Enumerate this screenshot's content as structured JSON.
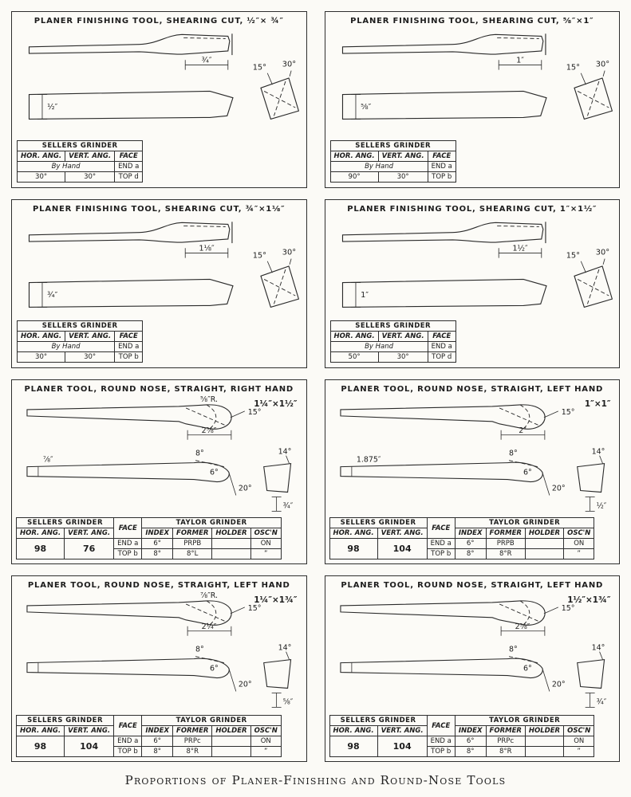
{
  "page": {
    "caption": "Proportions of Planer-Finishing and Round-Nose Tools"
  },
  "common": {
    "sellers_grinder": "SELLERS GRINDER",
    "taylor_grinder": "TAYLOR GRINDER",
    "hor_ang": "HOR. ANG.",
    "vert_ang": "VERT. ANG.",
    "face": "FACE",
    "index": "INDEX",
    "former": "FORMER",
    "holder": "HOLDER",
    "oscn": "OSC'N",
    "by_hand": "By Hand"
  },
  "shearing_panels": [
    {
      "title": "PLANER FINISHING TOOL, SHEARING CUT, ½″× ¾″",
      "labels": {
        "width_dim": "¾″",
        "thickness_dim": "½″",
        "angle_a": "15°",
        "angle_b": "30°"
      },
      "table": {
        "end_face": "END a",
        "top_face": "TOP d",
        "hor": "30°",
        "vert": "30°"
      }
    },
    {
      "title": "PLANER FINISHING TOOL, SHEARING CUT, ⅝″×1″",
      "labels": {
        "width_dim": "1″",
        "thickness_dim": "⅝″",
        "angle_a": "15°",
        "angle_b": "30°"
      },
      "table": {
        "end_face": "END a",
        "top_face": "TOP b",
        "hor": "90°",
        "vert": "30°"
      }
    },
    {
      "title": "PLANER FINISHING TOOL, SHEARING CUT, ¾″×1⅛″",
      "labels": {
        "width_dim": "1⅛″",
        "thickness_dim": "¾″",
        "angle_a": "15°",
        "angle_b": "30°"
      },
      "table": {
        "end_face": "END a",
        "top_face": "TOP b",
        "hor": "30°",
        "vert": "30°"
      }
    },
    {
      "title": "PLANER FINISHING TOOL, SHEARING CUT, 1″×1½″",
      "labels": {
        "width_dim": "1½″",
        "thickness_dim": "1″",
        "angle_a": "15°",
        "angle_b": "30°"
      },
      "table": {
        "end_face": "END a",
        "top_face": "TOP d",
        "hor": "50°",
        "vert": "30°"
      }
    }
  ],
  "round_panels": [
    {
      "title": "PLANER TOOL, ROUND NOSE, STRAIGHT, RIGHT HAND",
      "labels": {
        "size": "1¼″×1½″",
        "radius": "⅝″R.",
        "angle15": "15°",
        "len_dim": "2⅝″",
        "angle8": "8°",
        "angle6": "6°",
        "angle20": "20°",
        "angle14": "14°",
        "left_dim": "⅞″",
        "bottom_dim": "¾″"
      },
      "table": {
        "hor": "98",
        "vert": "76",
        "rows": [
          {
            "face": "END a",
            "index": "6°",
            "former": "PRPB",
            "holder": "",
            "oscn": "ON"
          },
          {
            "face": "TOP b",
            "index": "8°",
            "former": "8°L",
            "holder": "",
            "oscn": "”"
          }
        ]
      }
    },
    {
      "title": "PLANER TOOL, ROUND NOSE, STRAIGHT, LEFT HAND",
      "labels": {
        "size": "1″×1″",
        "angle15": "15°",
        "len_dim": "2″",
        "angle8": "8°",
        "angle6": "6°",
        "angle20": "20°",
        "angle14": "14°",
        "left_dim": "1.875″",
        "bottom_dim": "½″"
      },
      "table": {
        "hor": "98",
        "vert": "104",
        "rows": [
          {
            "face": "END a",
            "index": "6°",
            "former": "PRPB",
            "holder": "",
            "oscn": "ON"
          },
          {
            "face": "TOP b",
            "index": "8°",
            "former": "8°R",
            "holder": "",
            "oscn": "”"
          }
        ]
      }
    },
    {
      "title": "PLANER TOOL, ROUND NOSE, STRAIGHT, LEFT HAND",
      "labels": {
        "size": "1¼″×1¾″",
        "radius": "⅞″R.",
        "angle15": "15°",
        "len_dim": "2¼″",
        "angle8": "8°",
        "angle6": "6°",
        "angle20": "20°",
        "angle14": "14°",
        "bottom_dim": "⅝″"
      },
      "table": {
        "hor": "98",
        "vert": "104",
        "rows": [
          {
            "face": "END a",
            "index": "6°",
            "former": "PRPc",
            "holder": "",
            "oscn": "ON"
          },
          {
            "face": "TOP b",
            "index": "8°",
            "former": "8°R",
            "holder": "",
            "oscn": "”"
          }
        ]
      }
    },
    {
      "title": "PLANER TOOL, ROUND NOSE, STRAIGHT, LEFT HAND",
      "labels": {
        "size": "1½″×1¾″",
        "angle15": "15°",
        "len_dim": "2⅝″",
        "angle8": "8°",
        "angle6": "6°",
        "angle20": "20°",
        "angle14": "14°",
        "bottom_dim": "¾″"
      },
      "table": {
        "hor": "98",
        "vert": "104",
        "rows": [
          {
            "face": "END a",
            "index": "6°",
            "former": "PRPc",
            "holder": "",
            "oscn": "ON"
          },
          {
            "face": "TOP b",
            "index": "8°",
            "former": "8°R",
            "holder": "",
            "oscn": "”"
          }
        ]
      }
    }
  ]
}
